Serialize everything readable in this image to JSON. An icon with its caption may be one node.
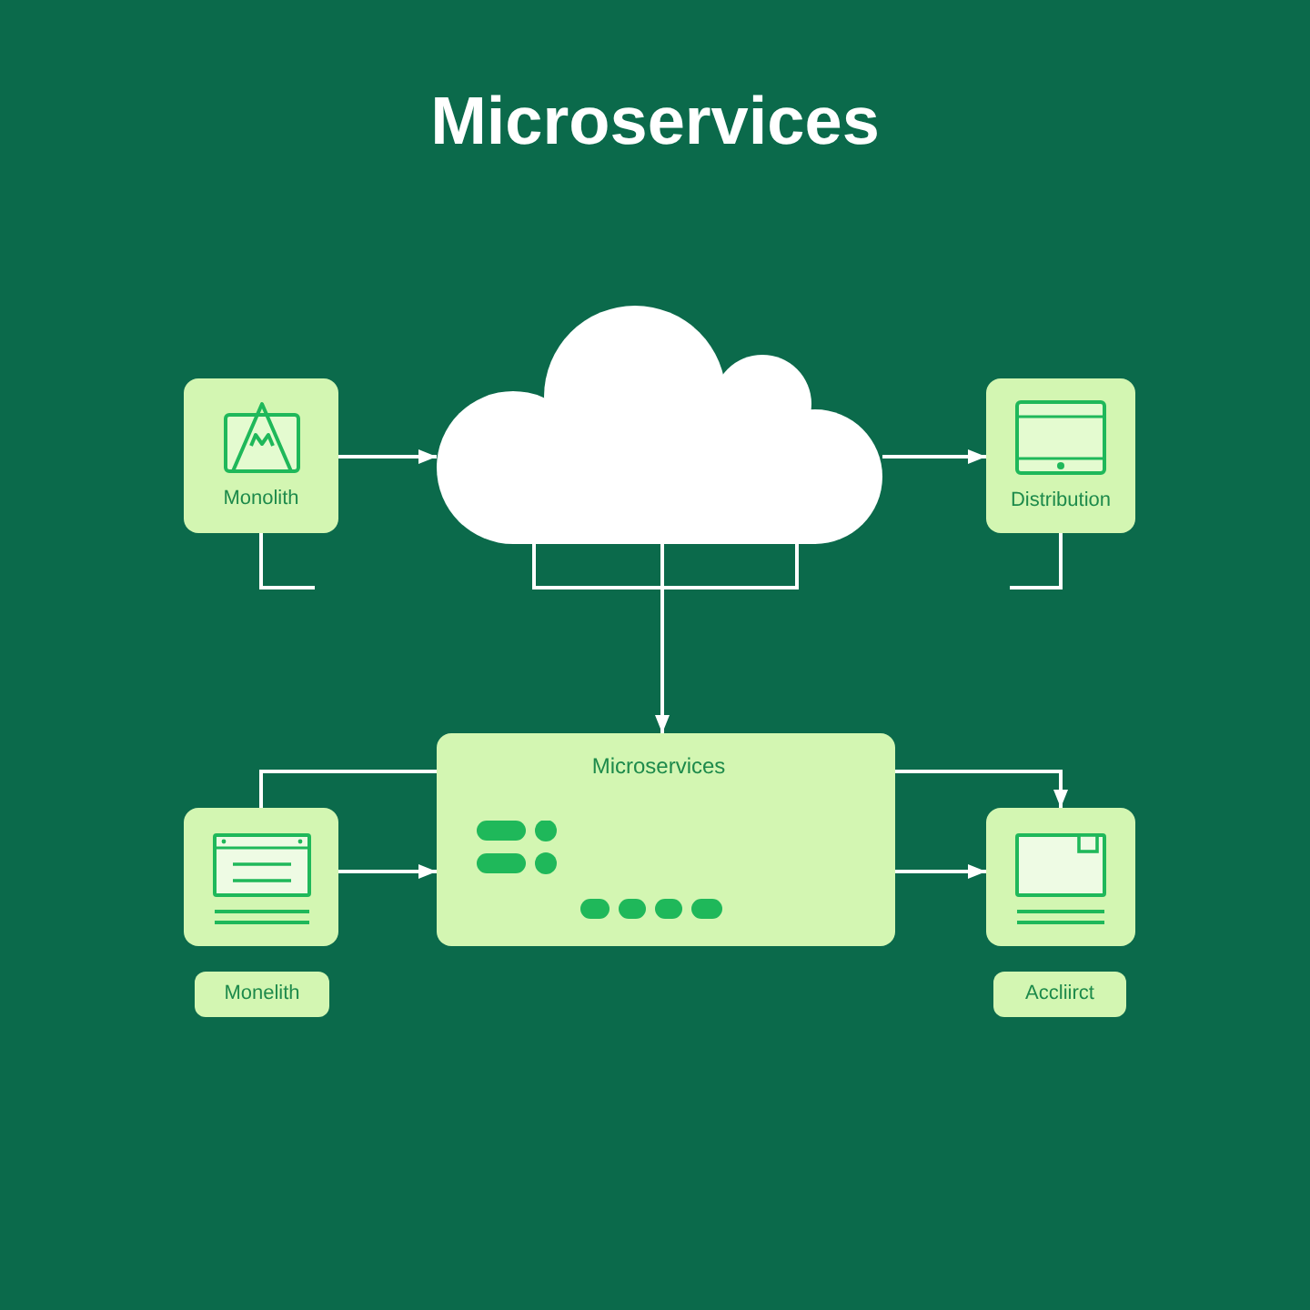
{
  "diagram": {
    "title": "Microservices",
    "nodes": [
      {
        "text": [
          "Monolith"
        ]
      },
      {
        "text": [],
        "shape": "cloud"
      },
      {
        "text": [
          "Distribution"
        ]
      },
      {
        "text": [
          "Microservices"
        ]
      },
      {
        "text": [],
        "shape": "box"
      },
      {
        "text": [],
        "shape": "box"
      },
      {
        "text": [
          "Monelith"
        ]
      },
      {
        "text": [
          "Accliirct"
        ]
      }
    ],
    "edges": [
      {
        "from": 0,
        "to": 1,
        "arrow": "to"
      },
      {
        "from": 1,
        "to": 2,
        "arrow": "to"
      },
      {
        "from": 1,
        "to": 3,
        "arrow": "to"
      },
      {
        "from": 4,
        "to": 3,
        "arrow": "to"
      },
      {
        "from": 3,
        "to": 5,
        "arrow": "to"
      },
      {
        "from": 4,
        "to": 3,
        "arrow": "none"
      },
      {
        "from": 3,
        "to": 5,
        "arrow": "to"
      },
      {
        "from": 0,
        "to": null,
        "arrow": "none"
      },
      {
        "from": 2,
        "to": null,
        "arrow": "none"
      }
    ]
  }
}
